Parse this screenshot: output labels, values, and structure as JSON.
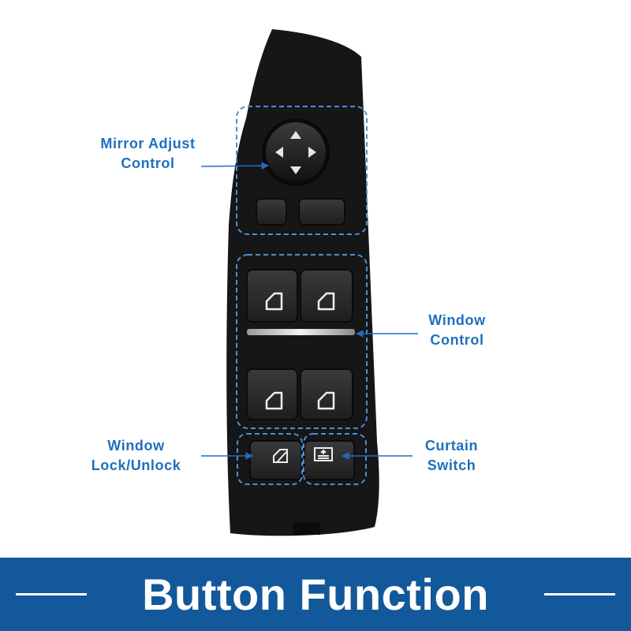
{
  "labels": {
    "mirror": {
      "line1": "Mirror Adjust",
      "line2": "Control"
    },
    "window": {
      "line1": "Window",
      "line2": "Control"
    },
    "lock": {
      "line1": "Window",
      "line2": "Lock/Unlock"
    },
    "curtain": {
      "line1": "Curtain",
      "line2": "Switch"
    }
  },
  "banner": {
    "title": "Button Function"
  },
  "colors": {
    "accent": "#1f6fbf",
    "banner": "#12589a",
    "panel": "#161616",
    "button": "#2b2b2b"
  },
  "icons": [
    "arrow-up-icon",
    "arrow-down-icon",
    "arrow-left-icon",
    "arrow-right-icon",
    "window-icon",
    "window-lock-icon",
    "curtain-icon"
  ]
}
